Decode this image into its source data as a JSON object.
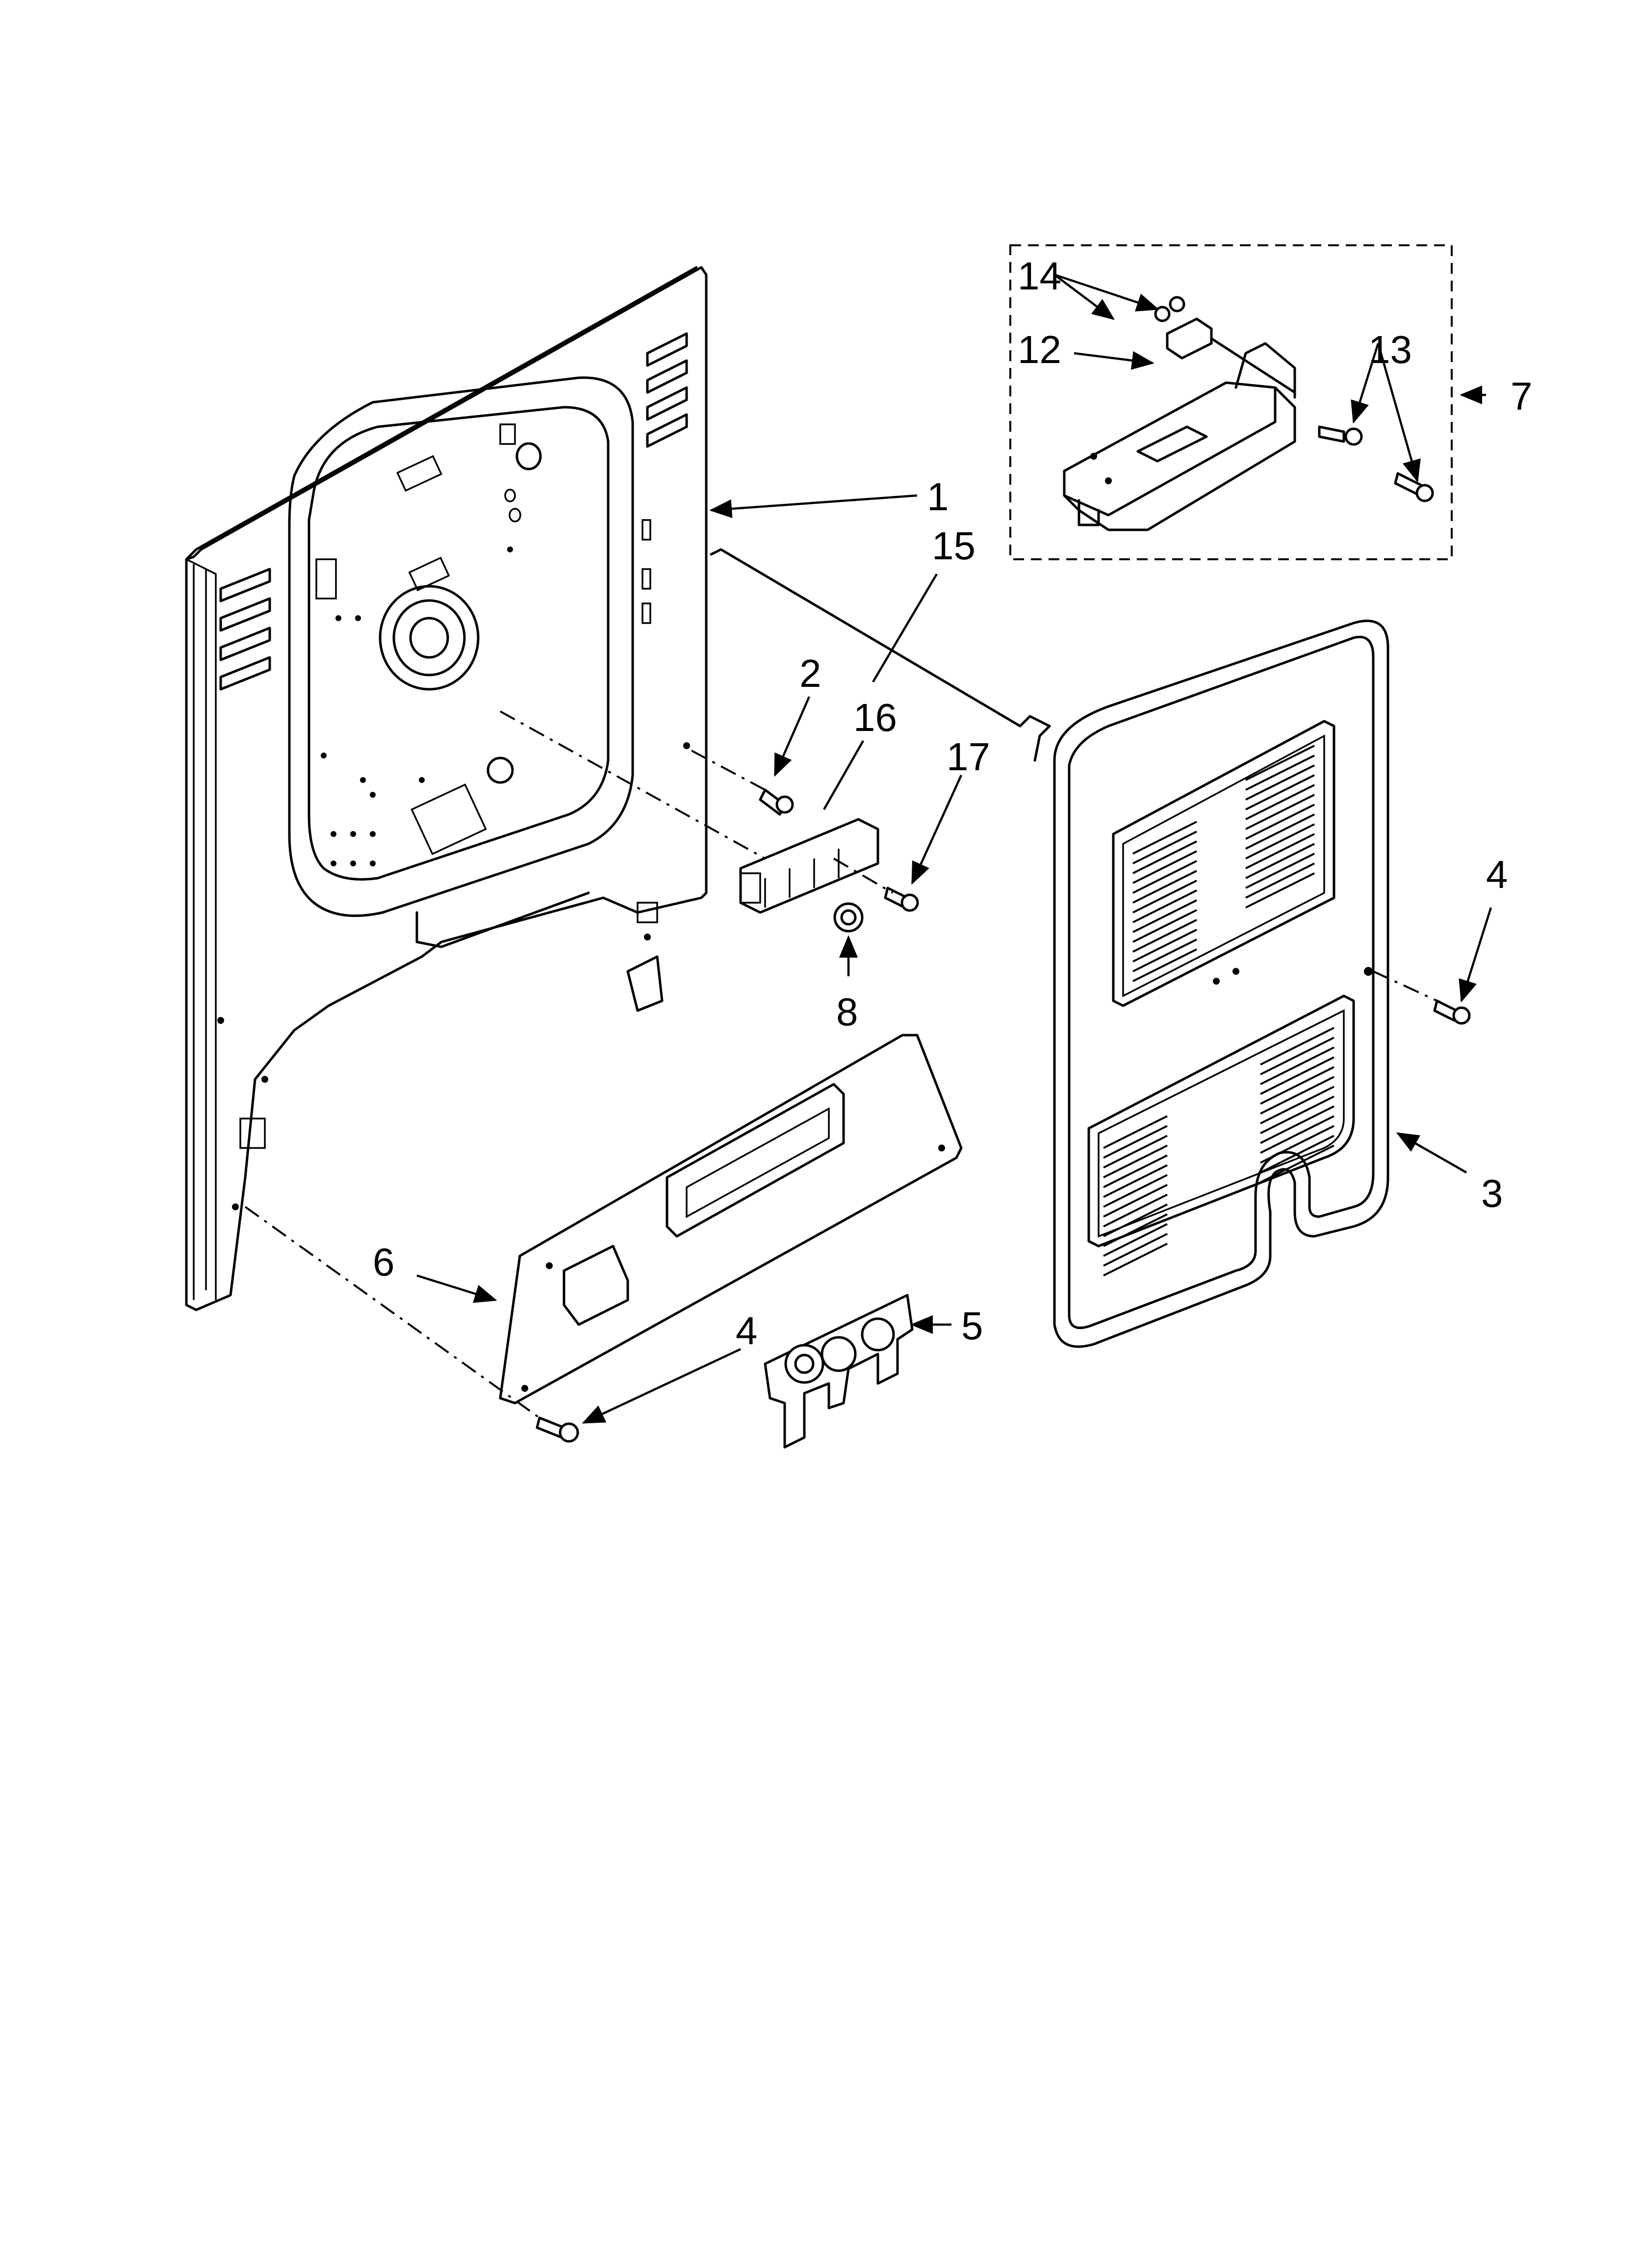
{
  "callouts": {
    "c1": "1",
    "c2": "2",
    "c3": "3",
    "c4a": "4",
    "c4b": "4",
    "c5": "5",
    "c6": "6",
    "c7": "7",
    "c8": "8",
    "c12": "12",
    "c13": "13",
    "c14": "14",
    "c15": "15",
    "c16": "16",
    "c17": "17"
  }
}
